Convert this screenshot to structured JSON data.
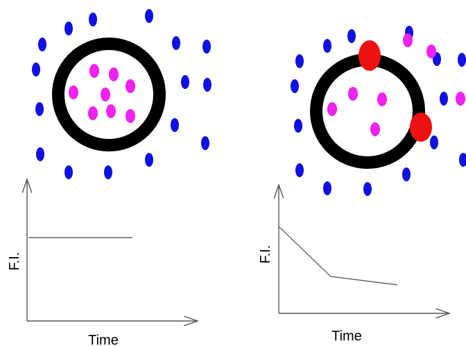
{
  "colors": {
    "outer_particle": "#1010e0",
    "inner_particle": "#ee22ee",
    "pore": "#ee1111",
    "membrane": "#000000",
    "axis": "#555555",
    "trace": "#666666"
  },
  "panels": [
    {
      "name": "left",
      "pores": 0,
      "graph": {
        "ylabel": "F.I.",
        "xlabel": "Time",
        "trace_shape": "constant"
      }
    },
    {
      "name": "right",
      "pores": 2,
      "graph": {
        "ylabel": "F.I.",
        "xlabel": "Time",
        "trace_shape": "decay"
      }
    }
  ]
}
